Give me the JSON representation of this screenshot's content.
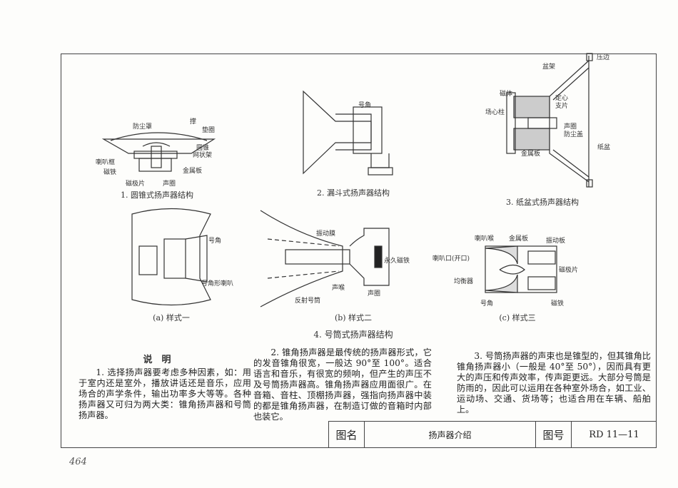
{
  "figures": {
    "fig1": {
      "caption": "1. 圆锥式扬声器结构",
      "labels": [
        "防尘罩",
        "撑",
        "垫圈",
        "圆锥",
        "网状架",
        "喇叭框",
        "磁铁",
        "金属板",
        "磁极片",
        "声圈"
      ]
    },
    "fig2": {
      "caption": "2. 漏斗式扬声器结构",
      "labels": [
        "号角"
      ]
    },
    "fig3": {
      "caption": "3. 纸盆式扬声器结构",
      "labels": [
        "压边",
        "盆架",
        "磁体",
        "定心",
        "支片",
        "场心柱",
        "声圈",
        "防尘盖",
        "纸盆",
        "金属板"
      ]
    },
    "fig4": {
      "caption": "4. 号筒式扬声器结构",
      "a": {
        "caption": "(a) 样式一",
        "labels": [
          "号角",
          "号角形喇叭"
        ]
      },
      "b": {
        "caption": "(b) 样式二",
        "labels": [
          "振动膜",
          "永久磁铁",
          "声喉",
          "声圈",
          "反射号筒"
        ]
      },
      "c": {
        "caption": "(c) 样式三",
        "labels": [
          "喇叭喉",
          "金属板",
          "振动板",
          "喇叭口(开口)",
          "磁极片",
          "均衡器",
          "号角",
          "磁铁"
        ]
      }
    }
  },
  "notes": {
    "title": "说　明",
    "p1": "1. 选择扬声器要考虑多种因素，如：用于室内还是室外，播放讲话还是音乐，应用场合的声学条件，输出功率多大等等。各种扬声器又可归为两大类：锥角扬声器和号筒扬声器。",
    "p2": "2. 锥角扬声器是最传统的扬声器形式，它的发音锥角很宽，一般达 90°至 100°。适合语言和音乐，有很宽的频响，但产生的声压不及号筒扬声器高。锥角扬声器应用面很广。在音箱、音柱、顶棚扬声器，强指向扬声器中装的都是锥角扬声器，在制造订做的音箱时内部也装它。",
    "p3": "3. 号筒扬声器的声束也是锥型的，但其锥角比锥角扬声器小（一般是 40°至 50°），因而具有更大的声压和传声效率，传声距更远。大部分号筒是防雨的，因此可以运用在各种室外场合，如工业、运动场、交通、货场等；也适合用在车辆、船舶上。"
  },
  "title_block": {
    "name_label": "图名",
    "name": "扬声器介绍",
    "number_label": "图号",
    "number": "RD 11—11"
  },
  "page_number": "464"
}
